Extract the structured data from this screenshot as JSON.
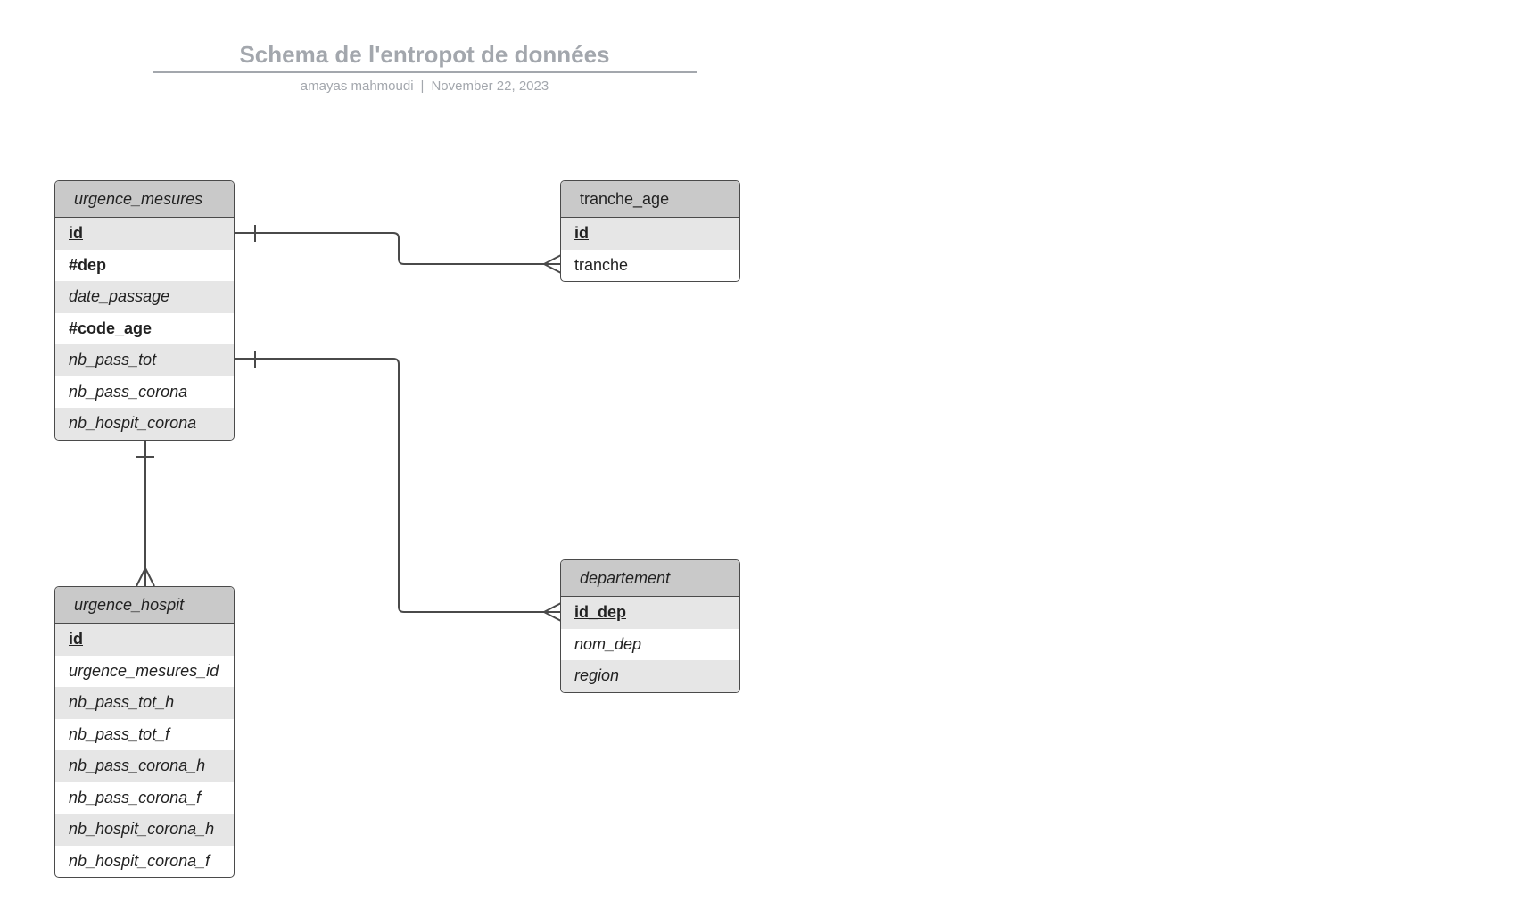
{
  "header": {
    "title": "Schema de l'entropot de données",
    "author": "amayas mahmoudi",
    "separator": "|",
    "date": "November 22, 2023"
  },
  "entities": {
    "urgence_mesures": {
      "name": "urgence_mesures",
      "fields": [
        {
          "label": "id",
          "style": "pk"
        },
        {
          "label": "#dep",
          "style": "fk"
        },
        {
          "label": "date_passage",
          "style": "it"
        },
        {
          "label": "#code_age",
          "style": "fk"
        },
        {
          "label": "nb_pass_tot",
          "style": "it"
        },
        {
          "label": "nb_pass_corona",
          "style": "it"
        },
        {
          "label": "nb_hospit_corona",
          "style": "it"
        }
      ]
    },
    "tranche_age": {
      "name": "tranche_age",
      "fields": [
        {
          "label": "id",
          "style": "pk"
        },
        {
          "label": "tranche",
          "style": "nm"
        }
      ]
    },
    "departement": {
      "name": "departement",
      "fields": [
        {
          "label": "id_dep",
          "style": "pk"
        },
        {
          "label": "nom_dep",
          "style": "it"
        },
        {
          "label": "region",
          "style": "it"
        }
      ]
    },
    "urgence_hospit": {
      "name": "urgence_hospit",
      "fields": [
        {
          "label": "id",
          "style": "pk"
        },
        {
          "label": "urgence_mesures_id",
          "style": "it"
        },
        {
          "label": "nb_pass_tot_h",
          "style": "it"
        },
        {
          "label": "nb_pass_tot_f",
          "style": "it"
        },
        {
          "label": "nb_pass_corona_h",
          "style": "it"
        },
        {
          "label": "nb_pass_corona_f",
          "style": "it"
        },
        {
          "label": "nb_hospit_corona_h",
          "style": "it"
        },
        {
          "label": "nb_hospit_corona_f",
          "style": "it"
        }
      ]
    }
  },
  "relationships": [
    {
      "from": "urgence_mesures.id",
      "to": "tranche_age.tranche",
      "from_card": "one",
      "to_card": "many"
    },
    {
      "from": "urgence_mesures.nb_pass_tot",
      "to": "departement.id_dep",
      "from_card": "one",
      "to_card": "many"
    },
    {
      "from": "urgence_mesures",
      "to": "urgence_hospit",
      "from_card": "one",
      "to_card": "many"
    }
  ],
  "colors": {
    "header_fill": "#c9c9c9",
    "stripe_fill": "#e6e6e6",
    "line": "#4a4a4a",
    "title_text": "#a3a7ad"
  }
}
